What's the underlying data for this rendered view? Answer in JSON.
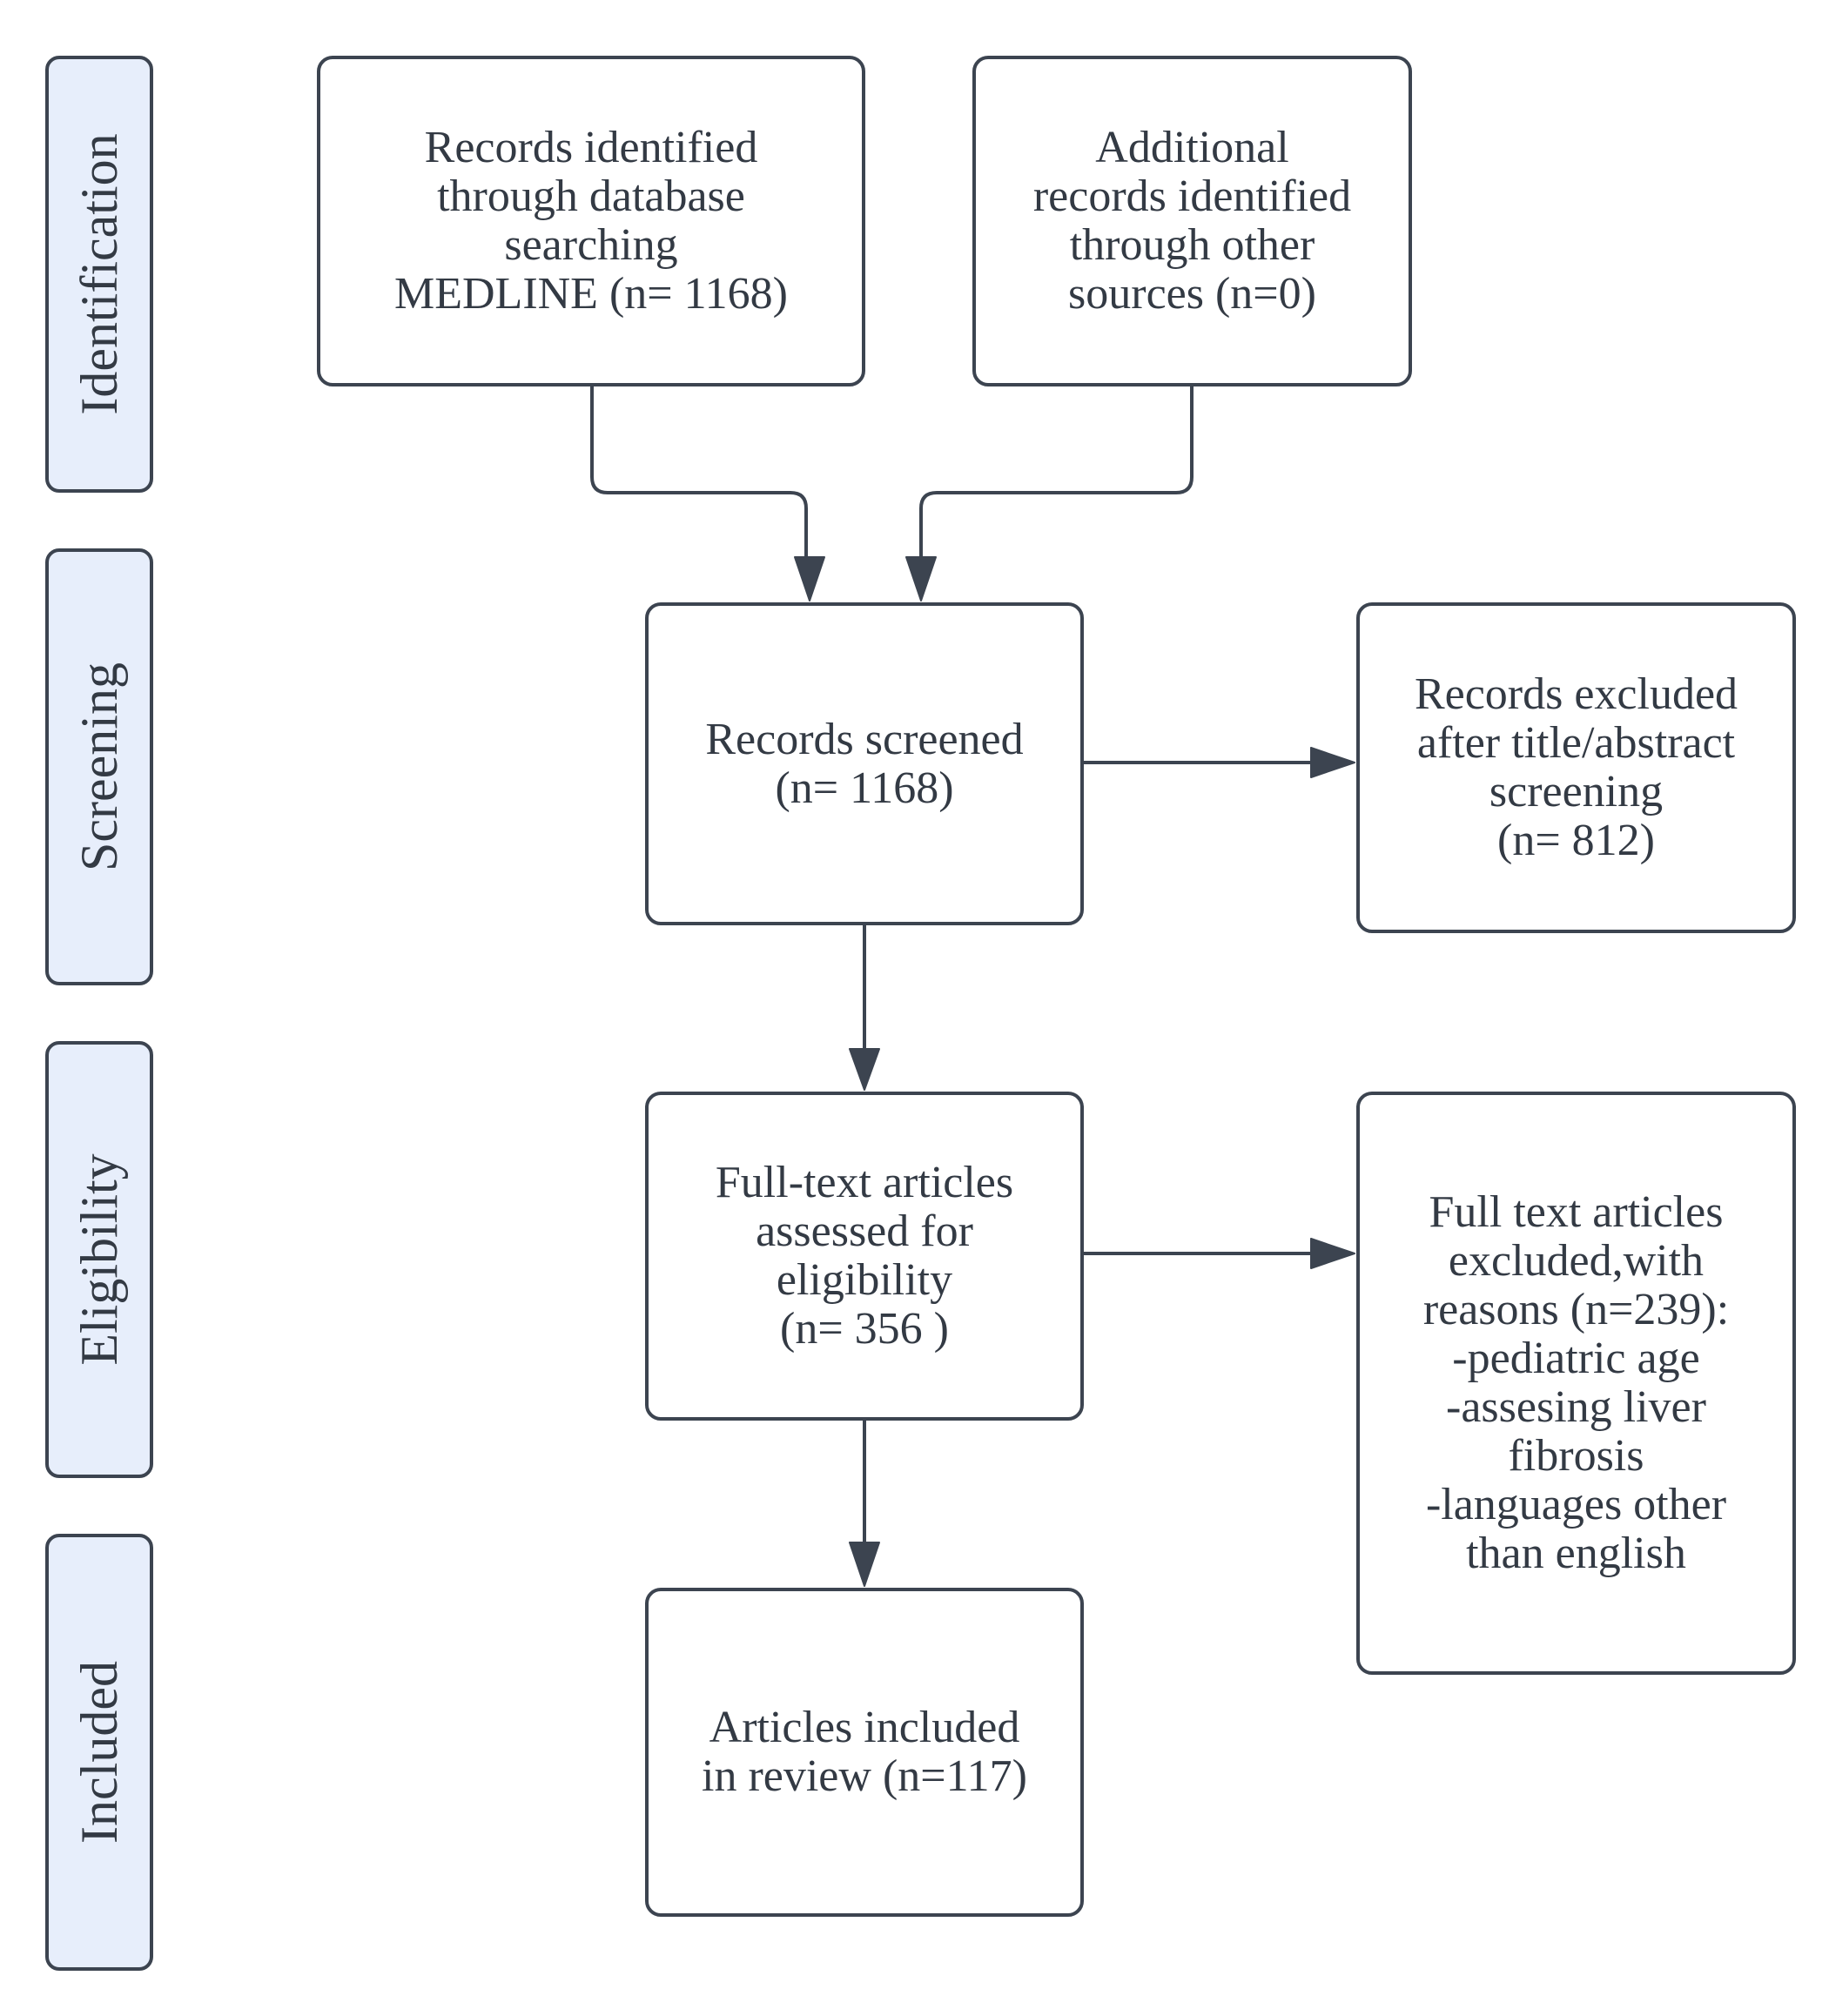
{
  "stages": {
    "identification": "Identification",
    "screening": "Screening",
    "eligibility": "Eligibility",
    "included": "Included"
  },
  "boxes": {
    "database_search": "Records identified\nthrough database\nsearching\nMEDLINE (n= 1168)",
    "other_sources": "Additional\nrecords identified\nthrough other\nsources (n=0)",
    "records_screened": "Records screened\n(n= 1168)",
    "records_excluded": "Records excluded\nafter title/abstract\nscreening\n(n= 812)",
    "fulltext_assessed": "Full-text articles\nassessed for\neligibility\n(n= 356 )",
    "fulltext_excluded": "Full text articles\nexcluded,with\nreasons (n=239):\n-pediatric age\n-assesing liver\nfibrosis\n-languages other\nthan english",
    "included_review": "Articles included\nin review (n=117)"
  },
  "colors": {
    "stroke": "#3c4450",
    "stage_fill": "#e7eefb",
    "text": "#333a44"
  }
}
